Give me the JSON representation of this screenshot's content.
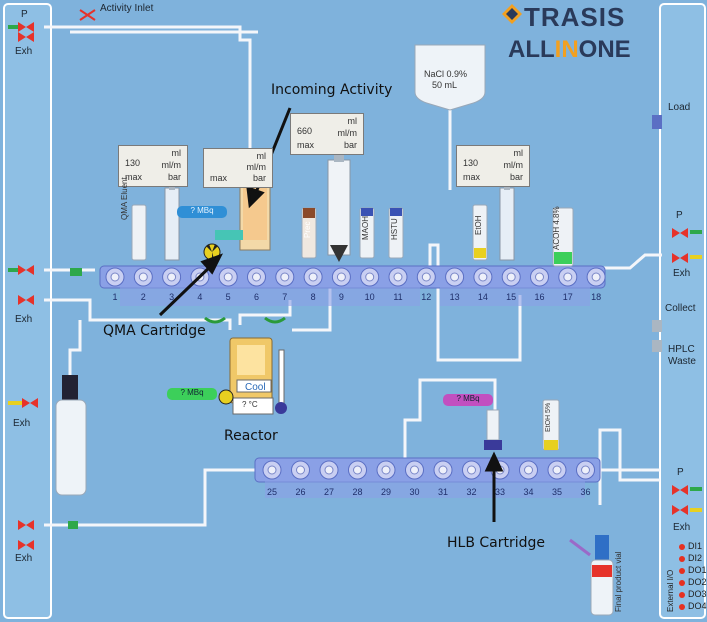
{
  "logo": {
    "line1": "TRASIS",
    "line2_a": "ALL",
    "line2_b": "IN",
    "line2_c": "ONE",
    "icon": "trasis-diamond-logo"
  },
  "left_panel": {
    "valve_p_label": "P",
    "exh_labels": [
      "Exh",
      "Exh",
      "Exh",
      "Exh"
    ]
  },
  "activity_inlet_label": "Activity Inlet",
  "saline_bag": {
    "line1": "NaCl 0.9%",
    "line2": "50 mL"
  },
  "syringe_meters": [
    {
      "value": "130",
      "max_label": "max",
      "units": [
        "ml",
        "ml/m",
        "bar"
      ]
    },
    {
      "value": "",
      "max_label": "max",
      "units": [
        "ml",
        "ml/m",
        "bar"
      ]
    },
    {
      "value": "660",
      "max_label": "max",
      "units": [
        "ml",
        "ml/m",
        "bar"
      ]
    },
    {
      "value": "130",
      "max_label": "max",
      "units": [
        "ml",
        "ml/m",
        "bar"
      ]
    }
  ],
  "reagent_labels": [
    "QMA Eluent",
    "Prec",
    "MAOH",
    "HSTU",
    "EtOH",
    "ACOH 4.8%",
    "EtOH 5%"
  ],
  "top_manifold_ports": [
    "1",
    "2",
    "3",
    "4",
    "5",
    "6",
    "7",
    "8",
    "9",
    "10",
    "11",
    "12",
    "13",
    "14",
    "15",
    "16",
    "17",
    "18"
  ],
  "bottom_manifold_ports": [
    "25",
    "26",
    "27",
    "28",
    "29",
    "30",
    "31",
    "32",
    "33",
    "34",
    "35",
    "36"
  ],
  "activity_badges": [
    "? MBq",
    "? MBq",
    "? MBq"
  ],
  "reactor": {
    "cool_label": "Cool",
    "temp_label": "? °C"
  },
  "annotations": {
    "incoming_activity": "Incoming Activity",
    "qma_cartridge": "QMA Cartridge",
    "reactor": "Reactor",
    "hlb_cartridge": "HLB Cartridge"
  },
  "right_panel": {
    "load": "Load",
    "valve_p": "P",
    "exh1": "Exh",
    "collect": "Collect",
    "hplc_waste": "HPLC Waste",
    "valve_p2": "P",
    "exh2": "Exh",
    "external_io_label": "External I/O",
    "io_items": [
      "DI1",
      "DI2",
      "DO1",
      "DO2",
      "DO3",
      "DO4"
    ]
  },
  "final_product_vial_label": "Final product vial",
  "colors": {
    "background": "#7fb2dc",
    "manifold": "#8aa0e6",
    "tubing": "#f4f6fa",
    "valve_red": "#e6322a",
    "badge_green": "#3ccf5a",
    "badge_blue": "#2f8fd6",
    "badge_purple": "#c24fc0"
  }
}
